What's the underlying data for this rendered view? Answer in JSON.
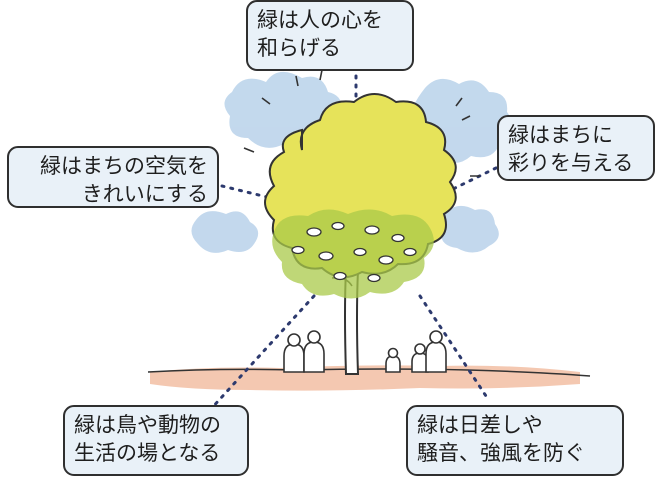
{
  "callouts": {
    "top": {
      "line1": "緑は人の心を",
      "line2": "和らげる"
    },
    "left": {
      "line1": "緑はまちの空気を",
      "line2": "きれいにする"
    },
    "right": {
      "line1": "緑はまちに",
      "line2": "彩りを与える"
    },
    "bottom_left": {
      "line1": "緑は鳥や動物の",
      "line2": "生活の場となる"
    },
    "bottom_right": {
      "line1": "緑は日差しや",
      "line2": "騒音、強風を防ぐ"
    }
  },
  "colors": {
    "callout_fill": "#e9f1f8",
    "callout_border": "#2f2f2f",
    "foliage_light": "#e6e35a",
    "foliage_mid": "#c9d44a",
    "foliage_dark": "#8fb63a",
    "sky_blue": "#b9d2ea",
    "ground": "#f3c2a9",
    "dot_line": "#2d3a6e"
  }
}
